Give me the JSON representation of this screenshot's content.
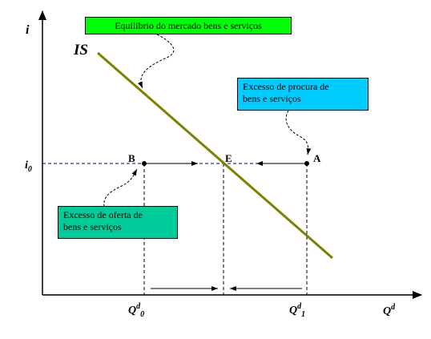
{
  "labels": {
    "y_axis": "i",
    "x_axis": "Q",
    "x_axis_sup": "d",
    "i0_main": "i",
    "i0_sub": "0",
    "curve": "IS",
    "point_b": "B",
    "point_e": "E",
    "point_a": "A",
    "q0_main": "Q",
    "q0_sup": "d",
    "q0_sub": "0",
    "q1_main": "Q",
    "q1_sup": "d",
    "q1_sub": "1"
  },
  "notes": {
    "equilibrium": "Equilibrio do mercado bens e serviços",
    "demand_line1": "Excesso de procura de",
    "demand_line2": "bens e serviços",
    "supply_line1": "Excesso de oferta de",
    "supply_line2": "bens e serviços"
  },
  "colors": {
    "is_curve": "#808000",
    "note_equilibrium": "#00ff00",
    "note_demand": "#00ccff",
    "note_supply": "#00cc99",
    "dashed": "#000080"
  }
}
